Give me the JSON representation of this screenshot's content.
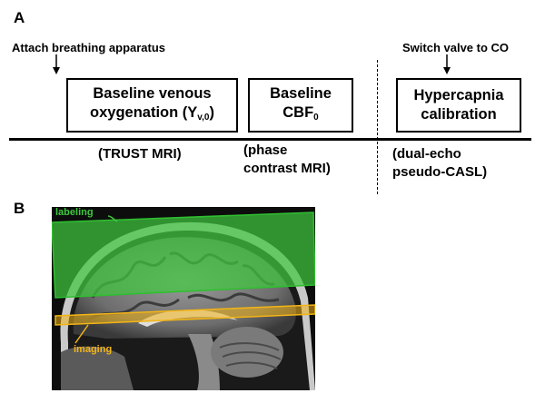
{
  "panel_a": {
    "letter": "A",
    "annotation_left": "Attach breathing apparatus",
    "annotation_right": "Switch valve to CO",
    "box1": {
      "line1": "Baseline venous",
      "line2_prefix": "oxygenation (Y",
      "line2_sub": "v,0",
      "line2_suffix": ")"
    },
    "box2": {
      "line1": "Baseline",
      "line2_prefix": "CBF",
      "line2_sub": "0"
    },
    "box3": {
      "line1": "Hypercapnia",
      "line2": "calibration"
    },
    "method1": "(TRUST MRI)",
    "method2_line1": "(phase",
    "method2_line2": "contrast MRI)",
    "method3_line1": "(dual-echo",
    "method3_line2": "pseudo-CASL)"
  },
  "panel_b": {
    "letter": "B",
    "labeling_label": "labeling",
    "imaging_label": "imaging",
    "colors": {
      "labeling": "#3ec83e",
      "imaging": "#f2b417"
    }
  }
}
